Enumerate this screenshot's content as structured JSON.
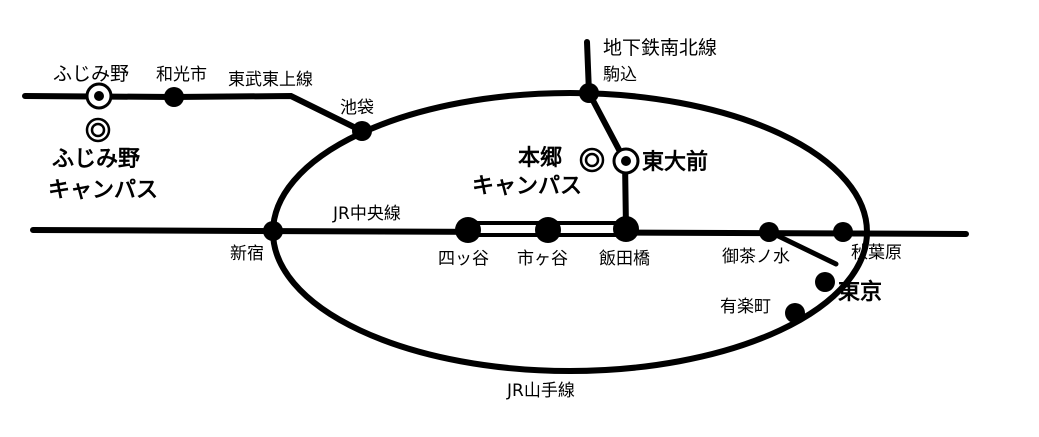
{
  "lines": {
    "chikatetsu_nanboku": "地下鉄南北線",
    "tobu_tojo": "東武東上線",
    "jr_chuo": "JR中央線",
    "jr_yamanote": "JR山手線"
  },
  "stations": {
    "fujimino": "ふじみ野",
    "wakoshi": "和光市",
    "ikebukuro": "池袋",
    "komagome": "駒込",
    "todaimae": "東大前",
    "shinjuku": "新宿",
    "yotsuya": "四ッ谷",
    "ichigaya": "市ヶ谷",
    "iidabashi": "飯田橋",
    "ochanomizu": "御茶ノ水",
    "akihabara": "秋葉原",
    "tokyo": "東京",
    "yurakucho": "有楽町"
  },
  "campuses": {
    "fujimino_line1": "ふじみ野",
    "fujimino_line2": "キャンパス",
    "hongo_line1": "本郷",
    "hongo_line2": "キャンパス"
  }
}
